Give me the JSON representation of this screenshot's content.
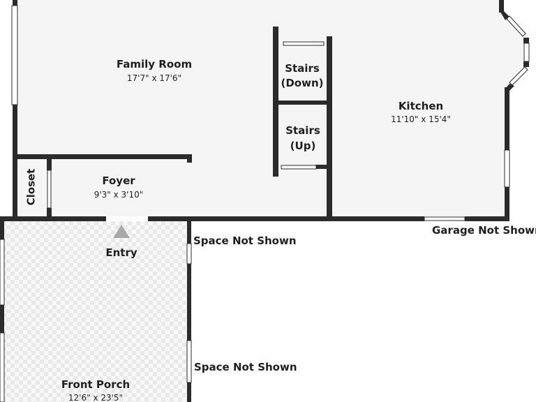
{
  "rooms": {
    "family_room": {
      "name": "Family Room",
      "dimensions": "17'7\" x 17'6\""
    },
    "kitchen": {
      "name": "Kitchen",
      "dimensions": "11'10\" x 15'4\""
    },
    "foyer": {
      "name": "Foyer",
      "dimensions": "9'3\" x 3'10\""
    },
    "front_porch": {
      "name": "Front Porch",
      "dimensions": "12'6\" x 23'5\""
    },
    "closet": {
      "name": "Closet"
    },
    "stairs_down": {
      "line1": "Stairs",
      "line2": "(Down)"
    },
    "stairs_up": {
      "line1": "Stairs",
      "line2": "(Up)"
    }
  },
  "entry": {
    "label": "Entry"
  },
  "notes": {
    "space_not_shown_1": "Space Not Shown",
    "space_not_shown_2": "Space Not Shown",
    "garage_not_shown": "Garage Not Shown"
  },
  "colors": {
    "wall": "#2b2b2b",
    "floor": "#f5f5f5",
    "porch_tile_a": "#e9e9e9",
    "porch_tile_b": "#f8f8f8",
    "entry_marker": "#a8a8a8"
  }
}
